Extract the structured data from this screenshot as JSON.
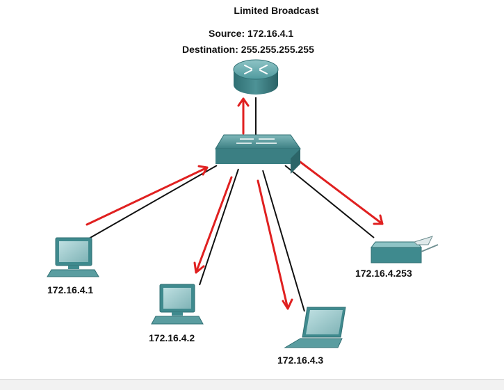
{
  "diagram": {
    "title": "Limited Broadcast",
    "source_line": "Source: 172.16.4.1",
    "destination_line": "Destination: 255.255.255.255",
    "hosts": {
      "pc1": "172.16.4.1",
      "pc2": "172.16.4.2",
      "laptop": "172.16.4.3",
      "printer": "172.16.4.253"
    },
    "colors": {
      "arrow": "#e02020",
      "link": "#111111",
      "device": "#3f8a8e"
    },
    "icons": [
      "router-icon",
      "switch-icon",
      "desktop-pc-icon",
      "laptop-icon",
      "printer-icon"
    ]
  }
}
